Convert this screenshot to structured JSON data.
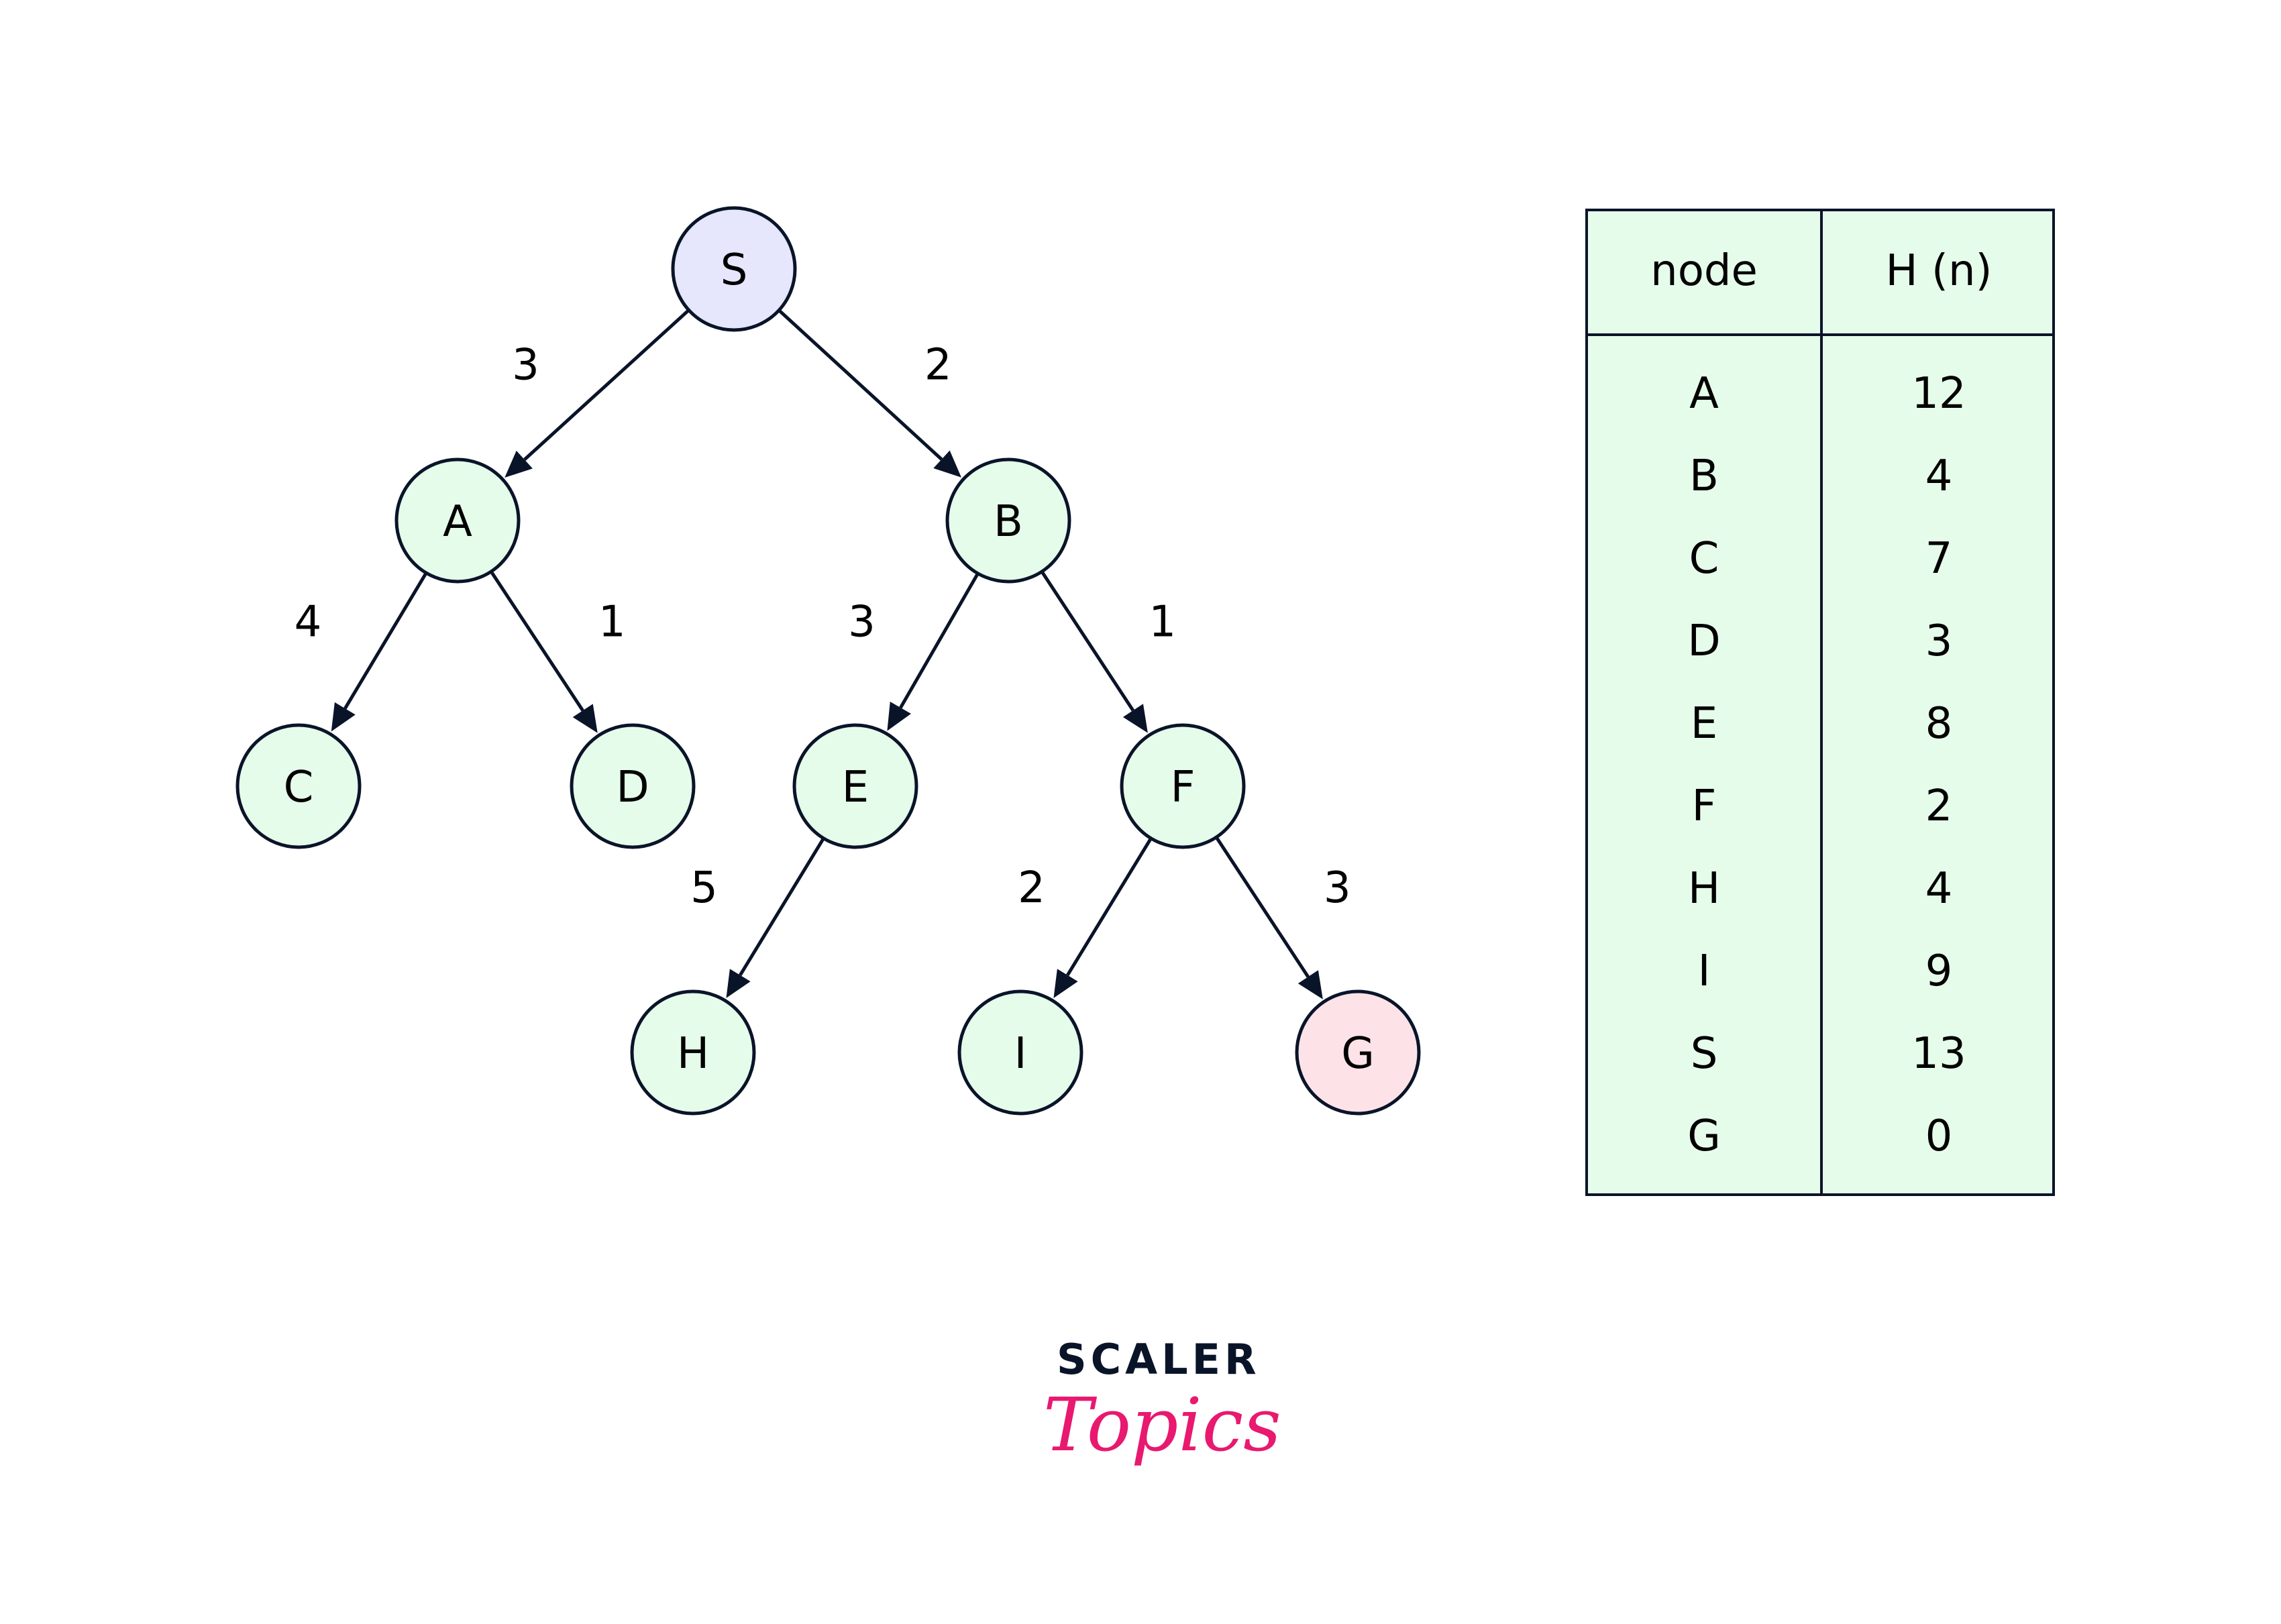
{
  "colors": {
    "node_fill": "#e6fcea",
    "start_fill": "#e6e6fc",
    "goal_fill": "#fde3e8",
    "stroke": "#0a1429",
    "table_fill": "#e6fcea",
    "brand": "#e8196f"
  },
  "nodes": [
    {
      "id": "S",
      "type": "start"
    },
    {
      "id": "A"
    },
    {
      "id": "B"
    },
    {
      "id": "C"
    },
    {
      "id": "D"
    },
    {
      "id": "E"
    },
    {
      "id": "F"
    },
    {
      "id": "H"
    },
    {
      "id": "I"
    },
    {
      "id": "G",
      "type": "goal"
    }
  ],
  "edges": [
    {
      "from": "S",
      "to": "A",
      "cost": "3"
    },
    {
      "from": "S",
      "to": "B",
      "cost": "2"
    },
    {
      "from": "A",
      "to": "C",
      "cost": "4"
    },
    {
      "from": "A",
      "to": "D",
      "cost": "1"
    },
    {
      "from": "B",
      "to": "E",
      "cost": "3"
    },
    {
      "from": "B",
      "to": "F",
      "cost": "1"
    },
    {
      "from": "E",
      "to": "H",
      "cost": "5"
    },
    {
      "from": "F",
      "to": "I",
      "cost": "2"
    },
    {
      "from": "F",
      "to": "G",
      "cost": "3"
    }
  ],
  "table": {
    "headers": [
      "node",
      "H (n)"
    ],
    "rows": [
      [
        "A",
        "12"
      ],
      [
        "B",
        "4"
      ],
      [
        "C",
        "7"
      ],
      [
        "D",
        "3"
      ],
      [
        "E",
        "8"
      ],
      [
        "F",
        "2"
      ],
      [
        "H",
        "4"
      ],
      [
        "I",
        "9"
      ],
      [
        "S",
        "13"
      ],
      [
        "G",
        "0"
      ]
    ]
  },
  "logo": {
    "line1": "SCALER",
    "line2": "Topics"
  }
}
